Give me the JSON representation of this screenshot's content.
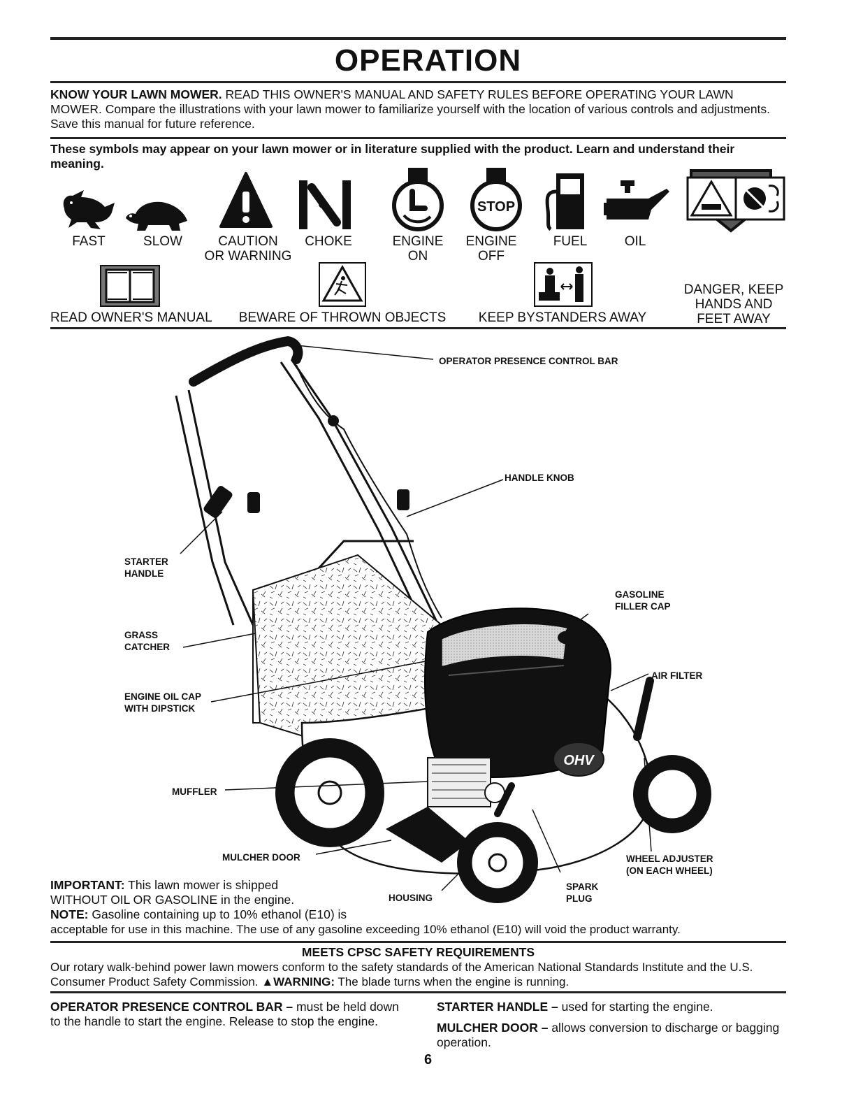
{
  "title": "OPERATION",
  "intro": {
    "lead": "KNOW YOUR LAWN MOWER.",
    "caps": "READ THIS OWNER'S MANUAL AND SAFETY RULES BEFORE OPERATING YOUR LAWN MOWER.",
    "body": "Compare the illustrations with your lawn mower to familiarize yourself with the location of various controls and adjustments.  Save this manual for future reference."
  },
  "symbols_heading": "These symbols may appear on your lawn mower or in literature supplied with the product.  Learn and understand their meaning.",
  "symbols": {
    "fast": "FAST",
    "slow": "SLOW",
    "caution_1": "CAUTION",
    "caution_2": "OR WARNING",
    "choke": "CHOKE",
    "engine_on_1": "ENGINE",
    "engine_on_2": "ON",
    "engine_off_1": "ENGINE",
    "engine_off_2": "OFF",
    "stop_text": "STOP",
    "fuel": "FUEL",
    "oil": "OIL",
    "danger_1": "DANGER, KEEP",
    "danger_2": "HANDS AND",
    "danger_3": "FEET AWAY",
    "read_manual": "READ OWNER'S MANUAL",
    "thrown_objects": "BEWARE OF THROWN OBJECTS",
    "bystanders": "KEEP BYSTANDERS AWAY"
  },
  "callouts": {
    "presence_bar": "OPERATOR PRESENCE CONTROL BAR",
    "handle_knob": "HANDLE KNOB",
    "starter_1": "STARTER",
    "starter_2": "HANDLE",
    "gas_cap_1": "GASOLINE",
    "gas_cap_2": "FILLER CAP",
    "grass_1": "GRASS",
    "grass_2": "CATCHER",
    "air_filter": "AIR FILTER",
    "oil_cap_1": "ENGINE OIL CAP",
    "oil_cap_2": "WITH DIPSTICK",
    "muffler": "MUFFLER",
    "mulcher": "MULCHER DOOR",
    "wheel_adj_1": "WHEEL ADJUSTER",
    "wheel_adj_2": "(ON EACH WHEEL)",
    "housing": "HOUSING",
    "spark_1": "SPARK",
    "spark_2": "PLUG",
    "engine_badge": "OHV"
  },
  "notes": {
    "important_label": "IMPORTANT:",
    "important_1": "This lawn mower is shipped",
    "important_2": "WITHOUT OIL OR GASOLINE in the engine.",
    "note_label": "NOTE:",
    "note_1": "Gasoline containing up to 10% ethanol (E10) is",
    "note_2": "acceptable for use in this machine. The use of any gasoline exceeding 10% ethanol (E10) will void the product warranty."
  },
  "cpsc": {
    "heading": "MEETS CPSC SAFETY REQUIREMENTS",
    "body": "Our rotary walk-behind power lawn mowers conform to the safety standards of the American National Standards Institute and the U.S. Consumer Product Safety Commission.",
    "warning_label": "WARNING:",
    "warning_text": "The blade turns when the engine is running."
  },
  "definitions": {
    "presence_label": "OPERATOR PRESENCE CONTROL BAR –",
    "presence_text": "must be held down to the handle to start the engine.  Release to stop the engine.",
    "starter_label": "STARTER HANDLE –",
    "starter_text": "used for starting the engine.",
    "mulcher_label": "MULCHER DOOR –",
    "mulcher_text": "allows conversion to discharge or bagging operation."
  },
  "page_number": "6"
}
